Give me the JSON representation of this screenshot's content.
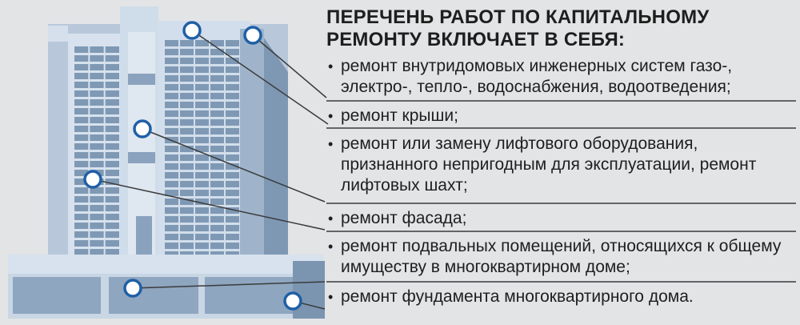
{
  "title": "ПЕРЕЧЕНЬ РАБОТ ПО КАПИТАЛЬНОМУ РЕМОНТУ ВКЛЮЧАЕТ В СЕБЯ:",
  "items": [
    "ремонт внутридомовых инженерных систем газо-, электро-, тепло-, водоснабжения, водоотведения;",
    "ремонт крыши;",
    "ремонт или замену лифтового оборудования, признанного непригодным для эксплуатации, ремонт лифтовых шахт;",
    "ремонт фасада;",
    "ремонт подвальных помещений, относящихся к общему имуществу в многоквартирном доме;",
    "ремонт фундамента многоквартирного дома."
  ],
  "bullet": "•",
  "colors": {
    "background": "#e3e4e6",
    "building_light": "#c6d4e3",
    "building_dark": "#6f8ba8",
    "window": "#7f99b5",
    "marker_border": "#1f5fa6",
    "line": "#3b3b3b"
  }
}
